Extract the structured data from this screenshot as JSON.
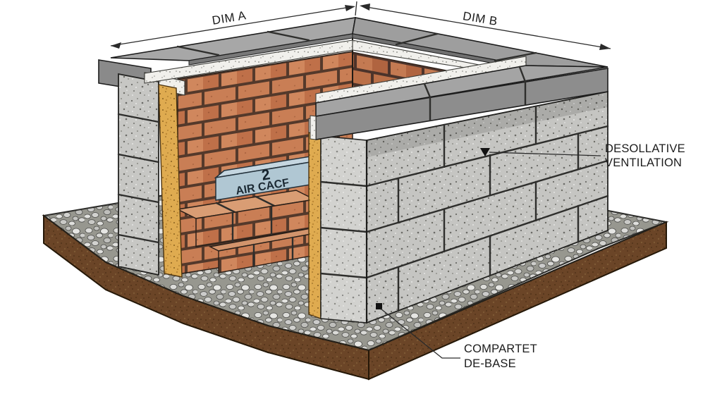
{
  "diagram": {
    "type": "masonry-construction-cutaway",
    "labels": {
      "dim_a": "DIM A",
      "dim_b": "DIM B",
      "ventilation": {
        "line1": "DESOLLATIVE",
        "line2": "VENTILATION"
      },
      "base": {
        "line1": "COMPARTET",
        "line2": "DE-BASE"
      },
      "lintel": {
        "mark": "2",
        "text": "AIR CACF"
      }
    },
    "materials": {
      "brick": "#c97c52",
      "concrete_block": "#c7c7c4",
      "cap_stone": "#a3a3a3",
      "insulation": "#dfab50",
      "mortar": "#f1f0ec",
      "lintel_block": "#b9cdd9",
      "gravel": "#9c9c99",
      "soil": "#6b4527"
    }
  }
}
